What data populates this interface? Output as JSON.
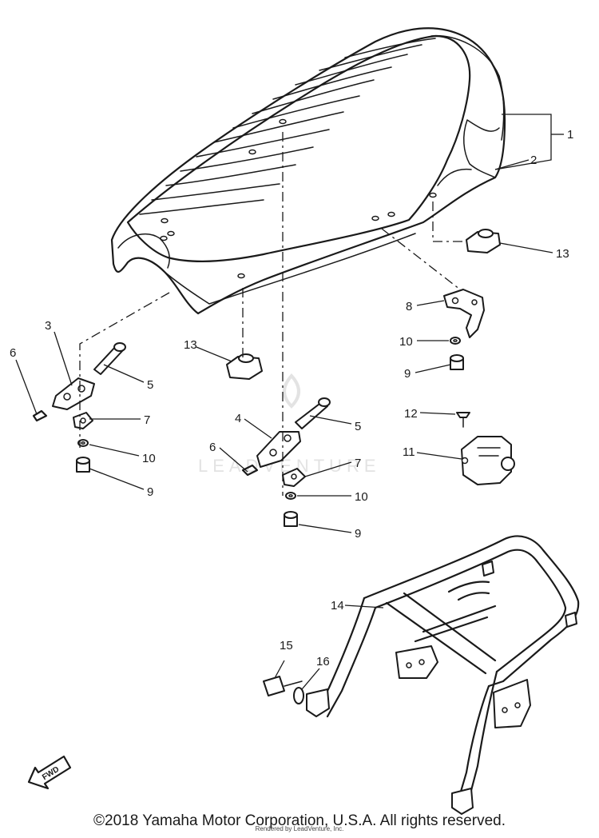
{
  "watermark": "LEADVENTURE",
  "fwd_label": "FWD",
  "callouts": {
    "c1": "1",
    "c2": "2",
    "c3": "3",
    "c4": "4",
    "c5a": "5",
    "c5b": "5",
    "c6a": "6",
    "c6b": "6",
    "c7a": "7",
    "c7b": "7",
    "c8": "8",
    "c9a": "9",
    "c9b": "9",
    "c9c": "9",
    "c10a": "10",
    "c10b": "10",
    "c10c": "10",
    "c11": "11",
    "c12": "12",
    "c13a": "13",
    "c13b": "13",
    "c14": "14",
    "c15": "15",
    "c16": "16"
  },
  "footer": {
    "copyright": "©2018 Yamaha Motor Corporation, U.S.A. All rights reserved.",
    "rendered_by": "Rendered by LeadVenture, Inc."
  }
}
